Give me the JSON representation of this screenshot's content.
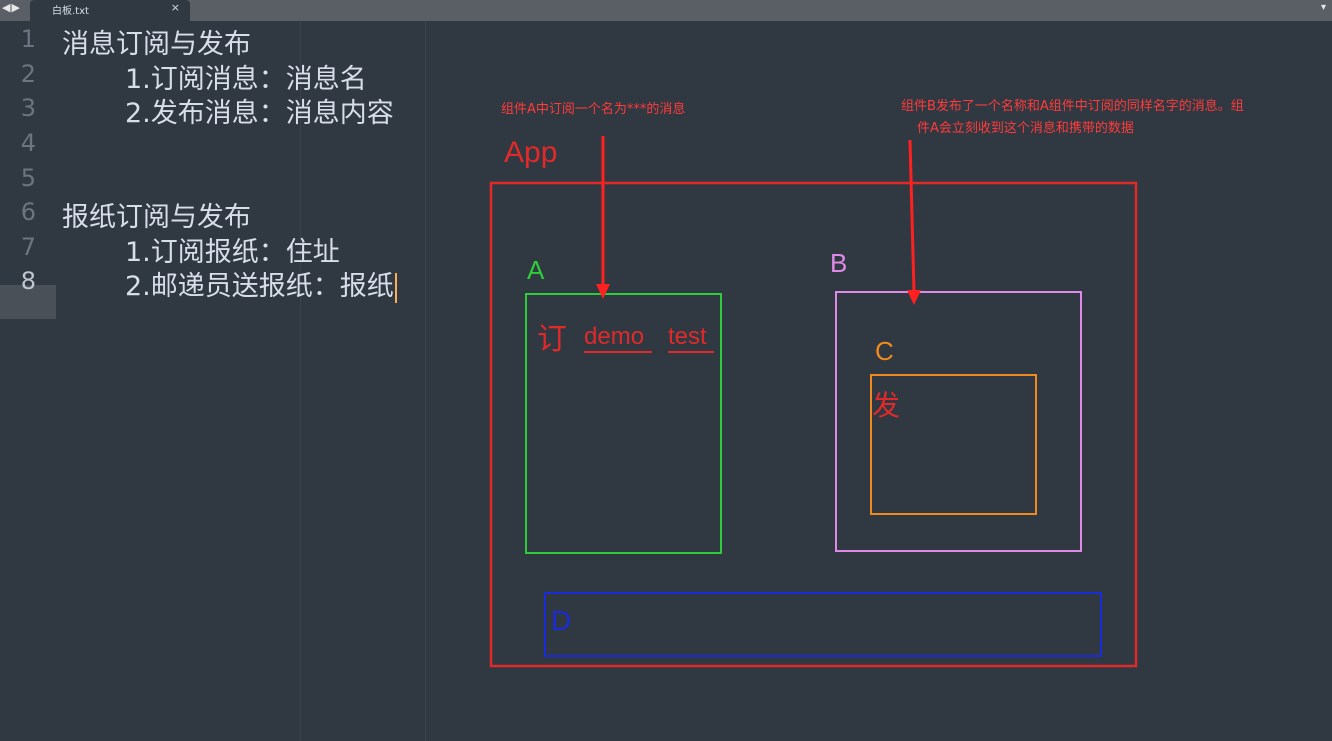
{
  "tab": {
    "nav": "◀▶",
    "title": "白板.txt",
    "close": "×",
    "dropdown": "▾"
  },
  "gutter": {
    "line_numbers": [
      "1",
      "2",
      "3",
      "4",
      "5",
      "6",
      "7",
      "8"
    ],
    "active_line": "8"
  },
  "editor": {
    "lines": [
      "消息订阅与发布",
      "1.订阅消息：消息名",
      "2.发布消息：消息内容",
      "",
      "",
      "报纸订阅与发布",
      "1.订阅报纸：住址",
      "2.邮递员送报纸：报纸"
    ]
  },
  "diagram": {
    "annotation_a": "组件A中订阅一个名为***的消息",
    "annotation_b_line1": "组件B发布了一个名称和A组件中订阅的同样名字的消息。组",
    "annotation_b_line2": "件A会立刻收到这个消息和携带的数据",
    "app_label": "App",
    "a_label": "A",
    "b_label": "B",
    "c_label": "C",
    "d_label": "D",
    "a_sub_char": "订",
    "a_sub_word1": "demo",
    "a_sub_word2": "test",
    "c_pub_char": "发",
    "colors": {
      "app": "#e02a2a",
      "a": "#2ecc3a",
      "b": "#e08ae8",
      "c": "#f08a1e",
      "d": "#1a2bd8",
      "annotation": "#ff3b3b",
      "arrow": "#ff2020"
    }
  }
}
